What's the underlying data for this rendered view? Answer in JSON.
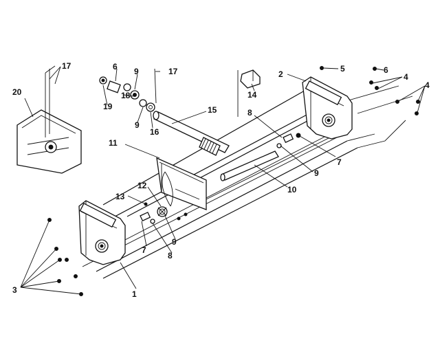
{
  "diagram": {
    "labels": [
      "1",
      "2",
      "3",
      "4",
      "4",
      "5",
      "6",
      "6",
      "7",
      "7",
      "8",
      "8",
      "9",
      "9",
      "9",
      "9",
      "10",
      "11",
      "12",
      "13",
      "14",
      "15",
      "16",
      "17",
      "17",
      "18",
      "19",
      "20"
    ]
  }
}
